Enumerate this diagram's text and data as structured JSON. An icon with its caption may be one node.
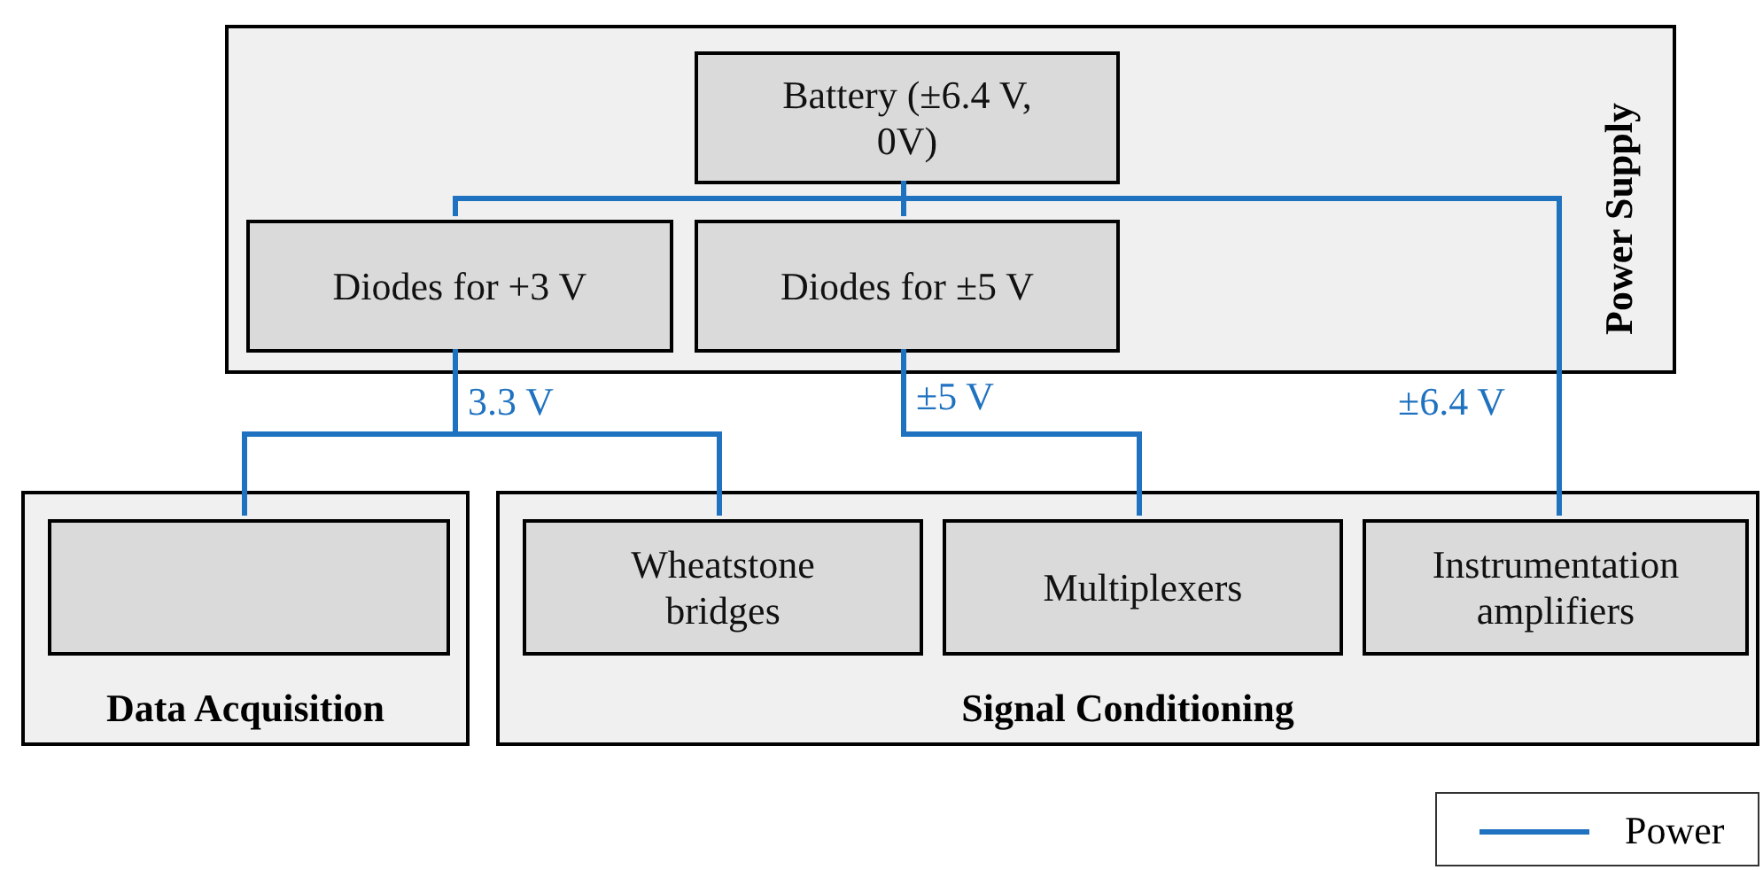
{
  "diagram": {
    "nodes": [
      {
        "text": [
          "Power Supply"
        ]
      },
      {
        "text": [
          "Battery (±6.4 V, 0V)"
        ],
        "in": 0
      },
      {
        "text": [
          "Diodes for +3 V"
        ],
        "in": 0
      },
      {
        "text": [
          "Diodes for ±5 V"
        ],
        "in": 0
      },
      {
        "text": [
          "Data Acquisition"
        ]
      },
      {
        "text": [],
        "shape": "box",
        "in": 4
      },
      {
        "text": [
          "Signal Conditioning"
        ]
      },
      {
        "text": [
          "Wheatstone bridges"
        ],
        "in": 6
      },
      {
        "text": [
          "Multiplexers"
        ],
        "in": 6
      },
      {
        "text": [
          "Instrumentation amplifiers"
        ],
        "in": 6
      }
    ],
    "edges": [
      {
        "from": 1,
        "to": 2,
        "arrow": "none"
      },
      {
        "from": 1,
        "to": 3,
        "arrow": "none"
      },
      {
        "from": 1,
        "to": 9,
        "arrow": "none",
        "label": "±6.4 V"
      },
      {
        "from": 2,
        "to": 5,
        "arrow": "none",
        "label": "3.3 V"
      },
      {
        "from": 2,
        "to": 7,
        "arrow": "none"
      },
      {
        "from": 3,
        "to": 8,
        "arrow": "none",
        "label": "±5 V"
      }
    ],
    "legend": [
      {
        "text": "Power"
      }
    ]
  }
}
